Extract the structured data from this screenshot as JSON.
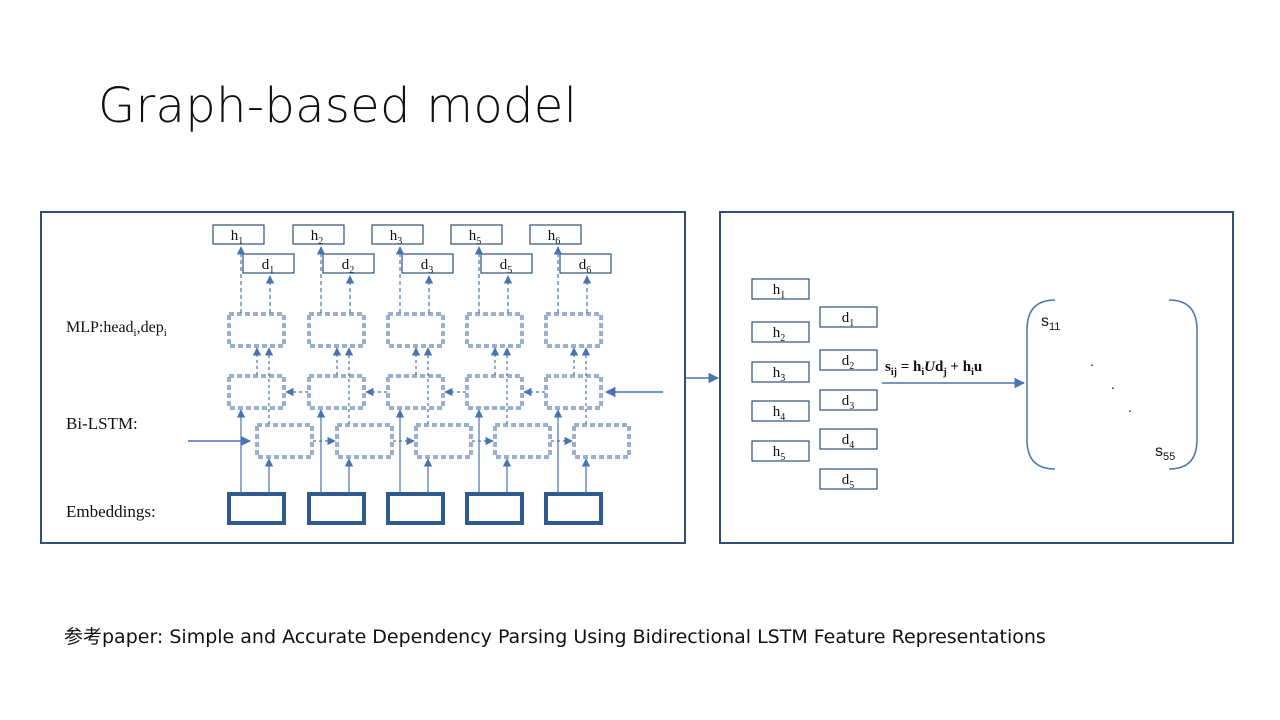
{
  "slide": {
    "title": "Graph-based model",
    "reference": "参考paper: Simple and Accurate Dependency Parsing Using Bidirectional LSTM Feature Representations"
  },
  "colors": {
    "frame": "#2f4f7a",
    "arrow": "#4a74b0",
    "dashed_box": "#9bb0cf",
    "embedding_box": "#2f5a8f",
    "text": "#111111"
  },
  "left_panel": {
    "row_labels": {
      "mlp": "MLP:head",
      "mlp_sub1": "i",
      "mlp_mid": ",dep",
      "mlp_sub2": "i",
      "bilstm": "Bi-LSTM:",
      "embeddings": "Embeddings:"
    },
    "head_boxes": [
      {
        "base": "h",
        "sub": "1"
      },
      {
        "base": "h",
        "sub": "2"
      },
      {
        "base": "h",
        "sub": "3"
      },
      {
        "base": "h",
        "sub": "5"
      },
      {
        "base": "h",
        "sub": "6"
      }
    ],
    "dep_boxes": [
      {
        "base": "d",
        "sub": "1"
      },
      {
        "base": "d",
        "sub": "2"
      },
      {
        "base": "d",
        "sub": "3"
      },
      {
        "base": "d",
        "sub": "5"
      },
      {
        "base": "d",
        "sub": "6"
      }
    ]
  },
  "right_panel": {
    "h_list": [
      {
        "base": "h",
        "sub": "1"
      },
      {
        "base": "h",
        "sub": "2"
      },
      {
        "base": "h",
        "sub": "3"
      },
      {
        "base": "h",
        "sub": "4"
      },
      {
        "base": "h",
        "sub": "5"
      }
    ],
    "d_list": [
      {
        "base": "d",
        "sub": "1"
      },
      {
        "base": "d",
        "sub": "2"
      },
      {
        "base": "d",
        "sub": "3"
      },
      {
        "base": "d",
        "sub": "4"
      },
      {
        "base": "d",
        "sub": "5"
      }
    ],
    "formula": {
      "s": "s",
      "s_sub": "ij",
      "eq": " = ",
      "h1": "h",
      "h1_sub": "i",
      "U": "U",
      "d": "d",
      "d_sub": "j",
      "plus": " + ",
      "h2": "h",
      "h2_sub": "i",
      "u": "u"
    },
    "matrix": {
      "s11": {
        "base": "s",
        "sub": "11"
      },
      "s55": {
        "base": "s",
        "sub": "55"
      },
      "dots": ".",
      "dot_count": 3
    }
  }
}
